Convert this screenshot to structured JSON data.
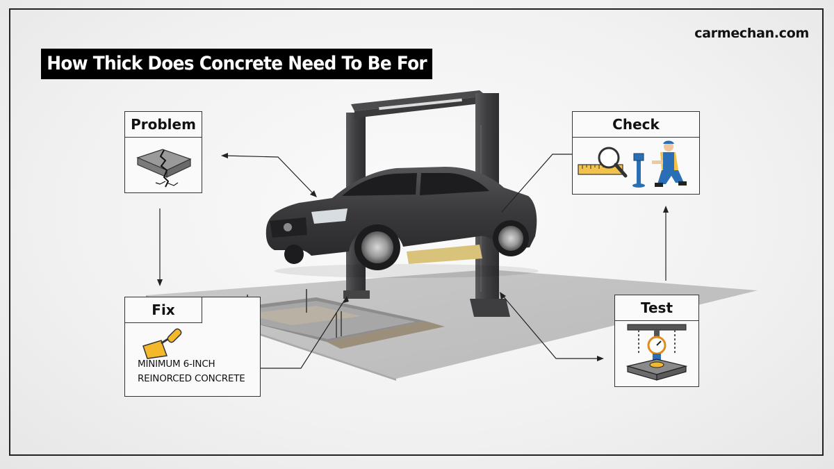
{
  "title": "How Thick Does Concrete Need To Be For",
  "brand": "carmechan.com",
  "problem": {
    "label": "Problem",
    "icon": "cracked-slab-icon"
  },
  "check": {
    "label": "Check",
    "icons": [
      "tape-measure-magnifier-icon",
      "mechanic-measuring-icon"
    ]
  },
  "fix": {
    "label": "Fix",
    "line1": "MINIMUM 6-INCH",
    "line2": "REINORCED CONCRETE",
    "icon": "trowel-icon"
  },
  "test": {
    "label": "Test",
    "icon": "load-test-gauge-icon"
  },
  "colors": {
    "accent_yellow": "#f4b82c",
    "tape_yellow": "#f2c24b",
    "mechanic_blue": "#2a6fb5",
    "car_body": "#3a3a3c",
    "lift_post": "#4a4a4c"
  }
}
